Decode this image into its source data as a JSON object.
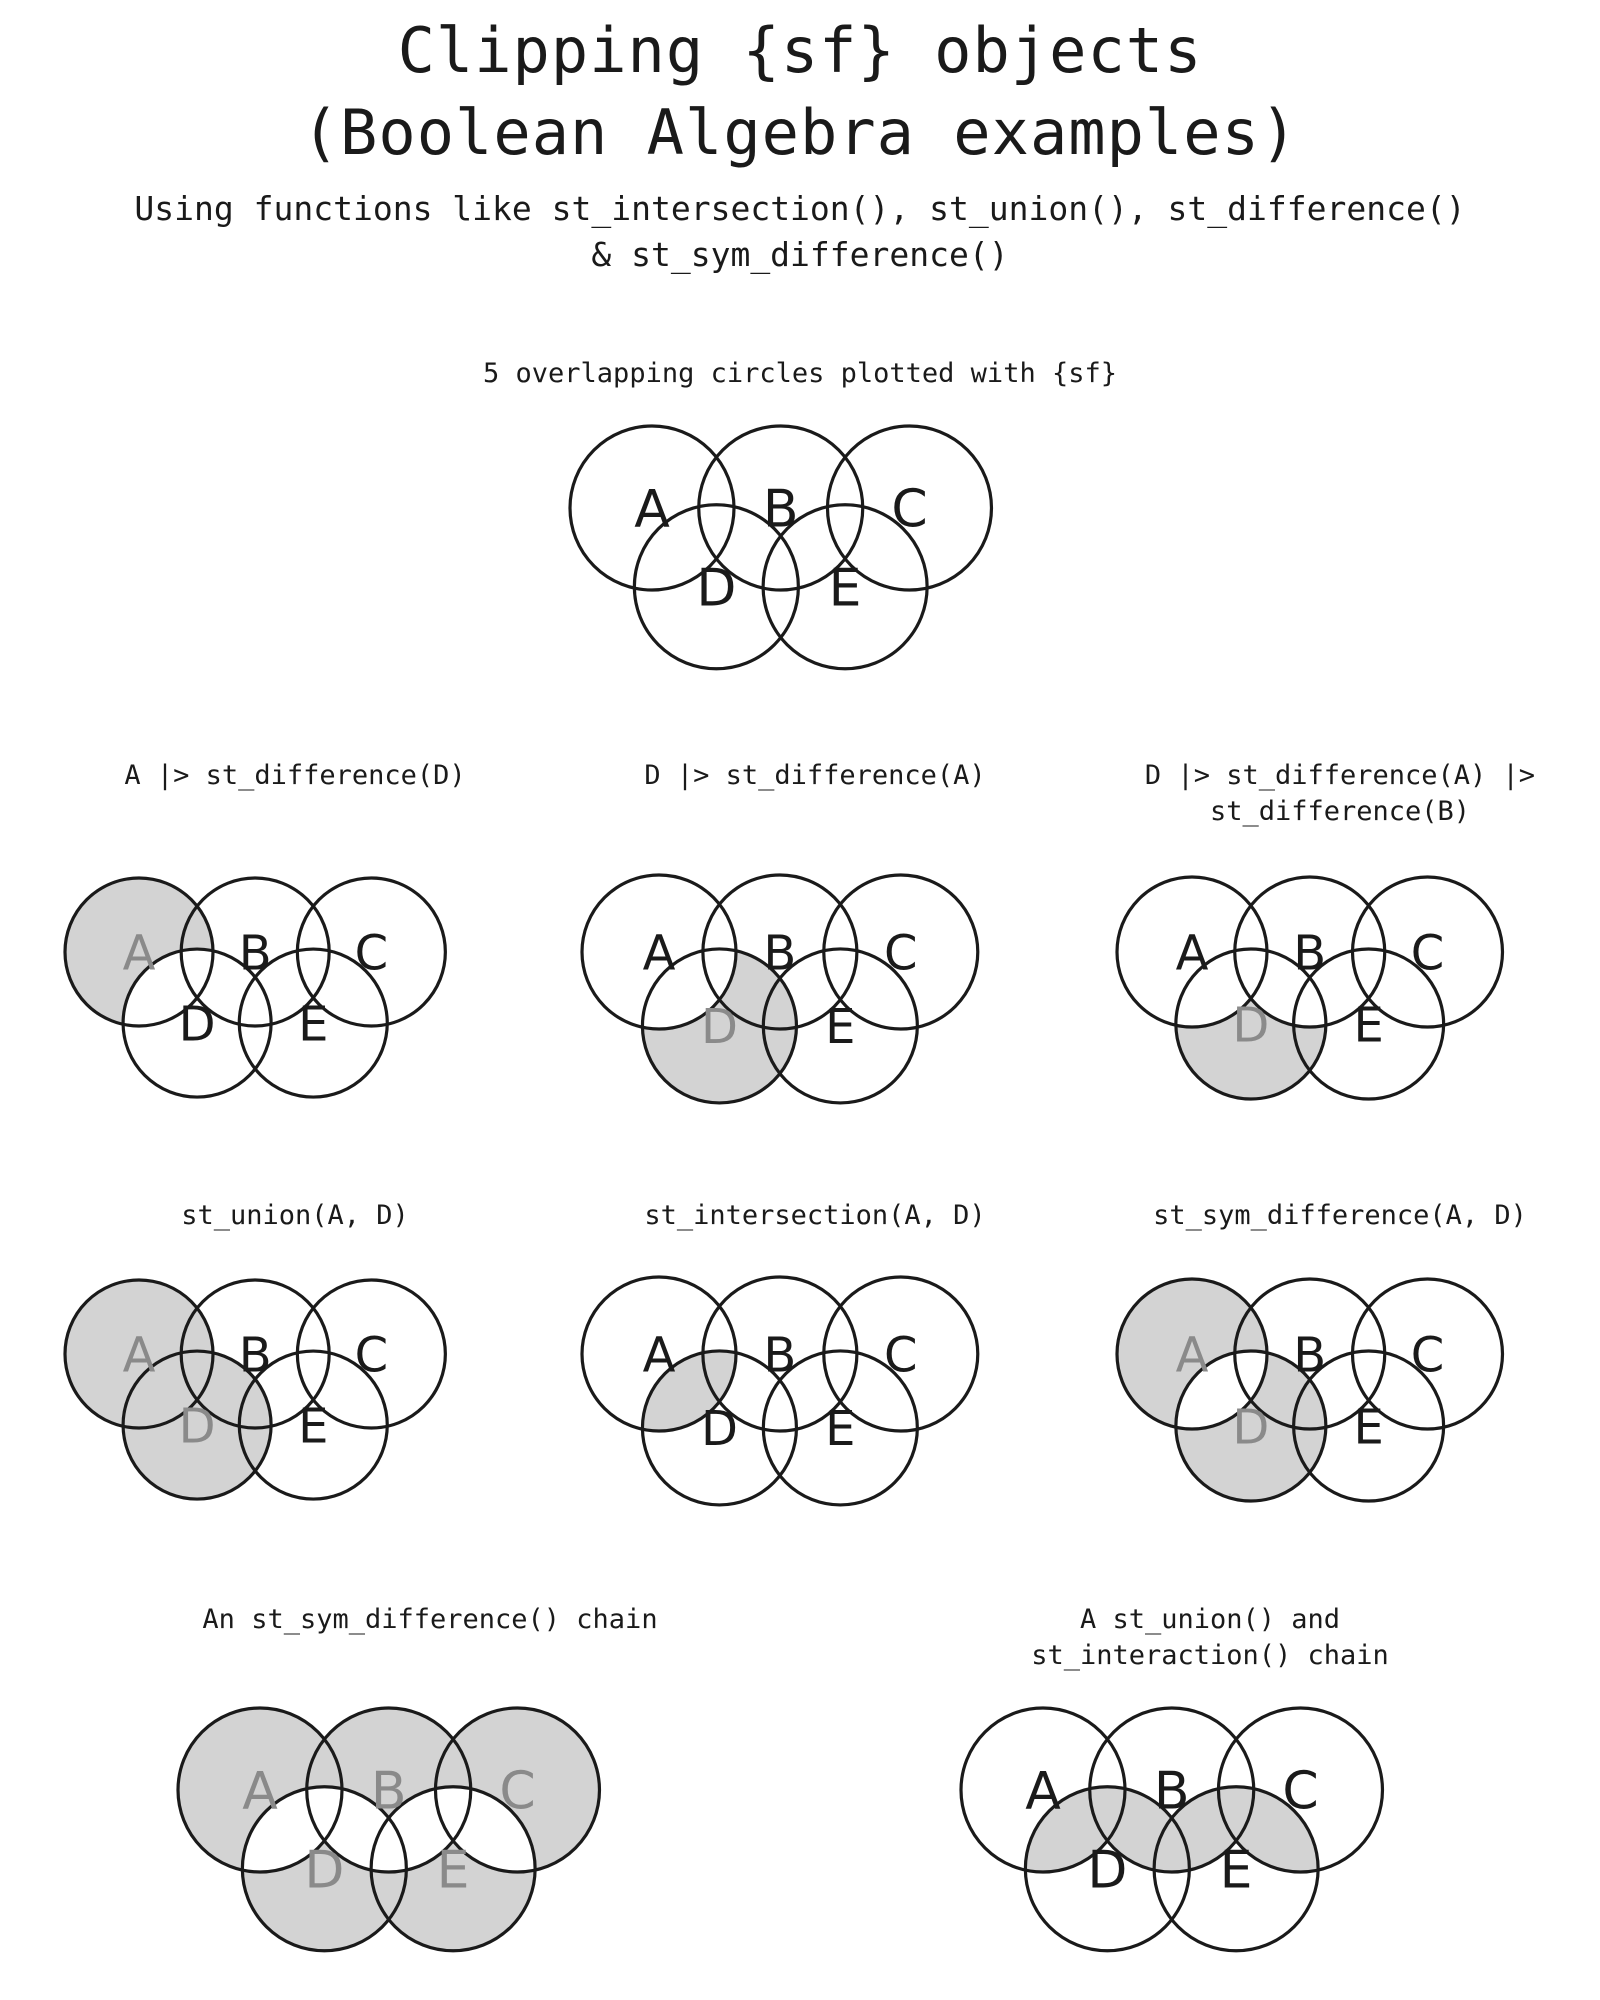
{
  "header": {
    "title_line1": "Clipping {sf} objects",
    "title_line2": "(Boolean Algebra examples)",
    "subtitle_line1": "Using functions like st_intersection(), st_union(), st_difference()",
    "subtitle_line2": "& st_sym_difference()"
  },
  "circle_labels": [
    "A",
    "B",
    "C",
    "D",
    "E"
  ],
  "colors": {
    "highlight_fill": "#d3d3d3",
    "outline": "#1a1a1a",
    "highlight_outline": "#5a5a5a",
    "highlight_label": "#8a8a8a"
  },
  "panels": [
    {
      "key": "top",
      "title_lines": [
        "5 overlapping circles plotted with {sf}"
      ],
      "highlight": "none",
      "shaded_labels": []
    },
    {
      "key": "diff_ad",
      "title_lines": [
        "A |> st_difference(D)"
      ],
      "highlight": "A-D",
      "shaded_labels": [
        "A"
      ]
    },
    {
      "key": "diff_da",
      "title_lines": [
        "D |> st_difference(A)"
      ],
      "highlight": "D-A",
      "shaded_labels": [
        "D"
      ]
    },
    {
      "key": "diff_dab",
      "title_lines": [
        "D |> st_difference(A) |>",
        "st_difference(B)"
      ],
      "highlight": "D-A-B",
      "shaded_labels": [
        "D"
      ]
    },
    {
      "key": "union_ad",
      "title_lines": [
        "st_union(A, D)"
      ],
      "highlight": "A+D",
      "shaded_labels": [
        "A",
        "D"
      ]
    },
    {
      "key": "inter_ad",
      "title_lines": [
        "st_intersection(A, D)"
      ],
      "highlight": "A*D",
      "shaded_labels": []
    },
    {
      "key": "symdiff_ad",
      "title_lines": [
        "st_sym_difference(A, D)"
      ],
      "highlight": "A^D",
      "shaded_labels": [
        "A",
        "D"
      ]
    },
    {
      "key": "symdiff_chain",
      "title_lines": [
        "An st_sym_difference() chain"
      ],
      "highlight": "all^",
      "shaded_labels": [
        "A",
        "B",
        "C",
        "D",
        "E"
      ]
    },
    {
      "key": "union_inter_chain",
      "title_lines": [
        "A st_union() and",
        "st_interaction() chain"
      ],
      "highlight": "top*bottom",
      "shaded_labels": []
    }
  ]
}
